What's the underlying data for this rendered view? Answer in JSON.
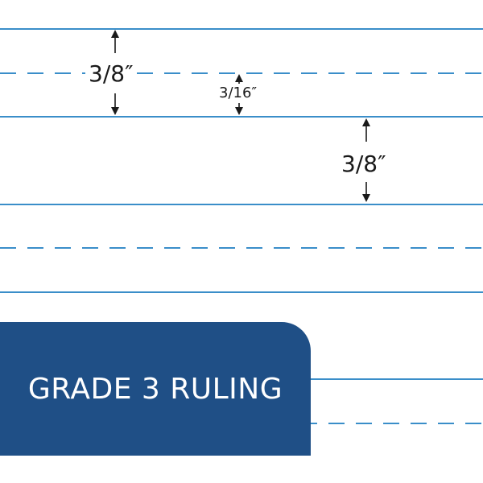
{
  "dimensions": {
    "writing_line_height": "3/8″",
    "midline_spacing": "3/16″",
    "skip_space": "3/8″"
  },
  "banner": {
    "title": "GRADE 3 RULING"
  },
  "colors": {
    "rule_line": "#3a8ec9",
    "banner_background": "#1f4f86",
    "banner_text": "#ffffff",
    "dimension_text": "#1a1a1a"
  }
}
